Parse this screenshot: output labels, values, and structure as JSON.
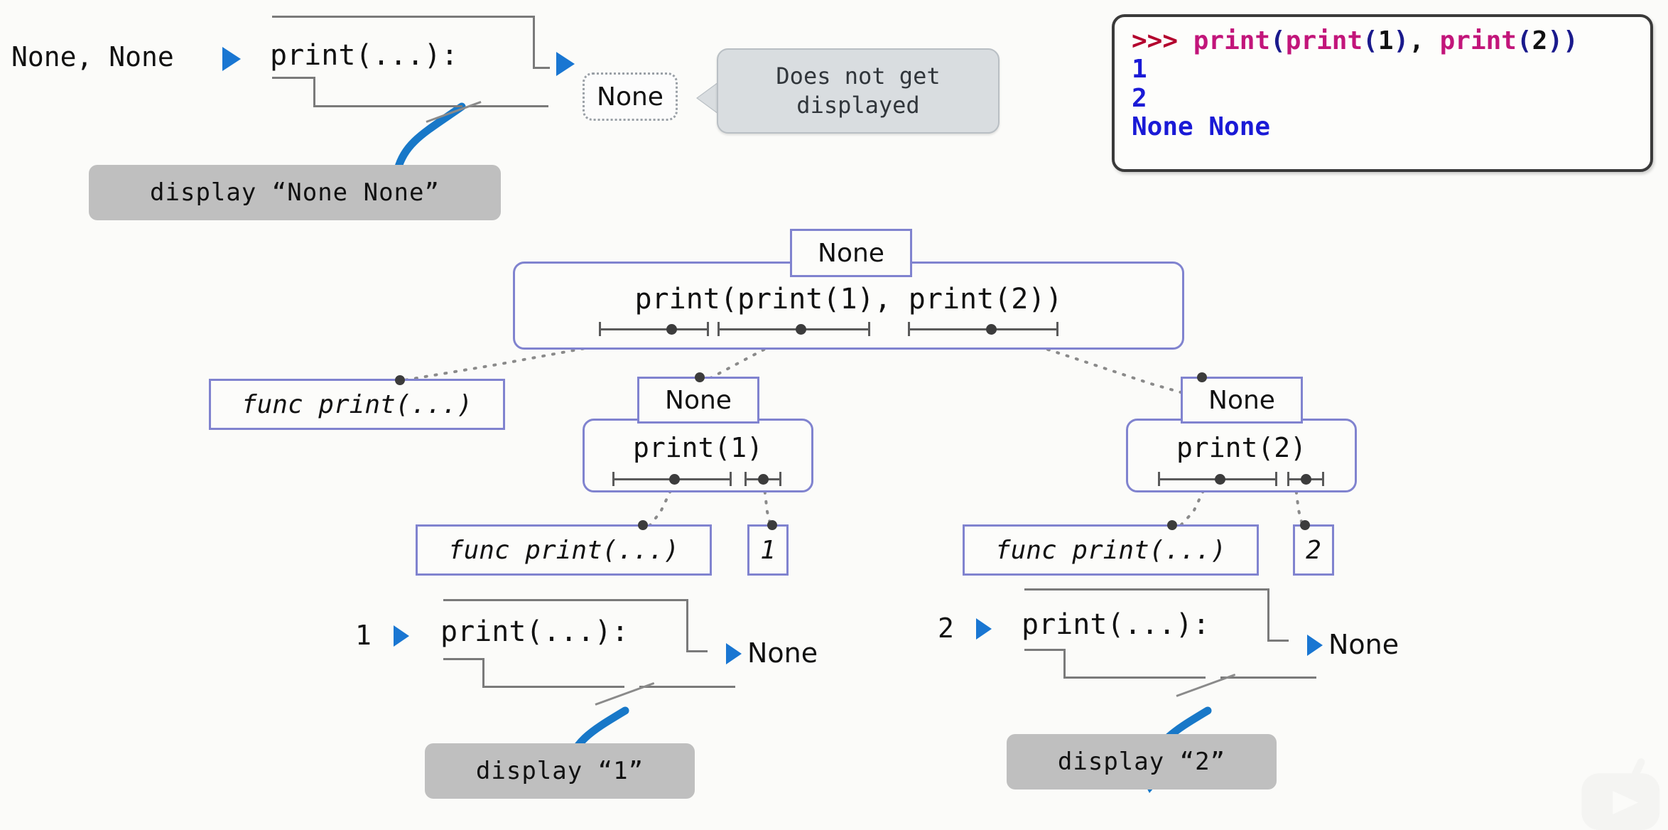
{
  "meta": {
    "title": "Python print() return-value evaluation diagram",
    "bg_color": "#fbfbf9",
    "accent_blue": "#1976d2",
    "node_border": "#8083cf",
    "pill_grey": "#bfbfbf"
  },
  "repl": {
    "prompt": ">>>",
    "code_tokens": [
      "print",
      "(",
      "print",
      "(",
      "1",
      ")",
      ", ",
      "print",
      "(",
      "2",
      ")",
      ")"
    ],
    "code_text": "print(print(1), print(2))",
    "output_lines": [
      "1",
      "2",
      "None None"
    ]
  },
  "top_frame": {
    "args_label": "None, None",
    "call_label": "print(...):",
    "return_chip": "None",
    "display_pill": "display “None None”",
    "callout": "Does not get displayed"
  },
  "tree": {
    "root": {
      "value": "None",
      "expression": "print(print(1), print(2))"
    },
    "root_children": [
      {
        "label": "func print(...)",
        "kind": "func"
      },
      {
        "label": "None",
        "expression": "print(1)",
        "kind": "call"
      },
      {
        "label": "None",
        "expression": "print(2)",
        "kind": "call"
      }
    ],
    "left_call_children": [
      {
        "label": "func print(...)",
        "kind": "func"
      },
      {
        "label": "1",
        "kind": "value"
      }
    ],
    "right_call_children": [
      {
        "label": "func print(...)",
        "kind": "func"
      },
      {
        "label": "2",
        "kind": "value"
      }
    ]
  },
  "bottom_frames": [
    {
      "args_label": "1",
      "call_label": "print(...):",
      "return_label": "None",
      "display_pill": "display “1”"
    },
    {
      "args_label": "2",
      "call_label": "print(...):",
      "return_label": "None",
      "display_pill": "display “2”"
    }
  ]
}
